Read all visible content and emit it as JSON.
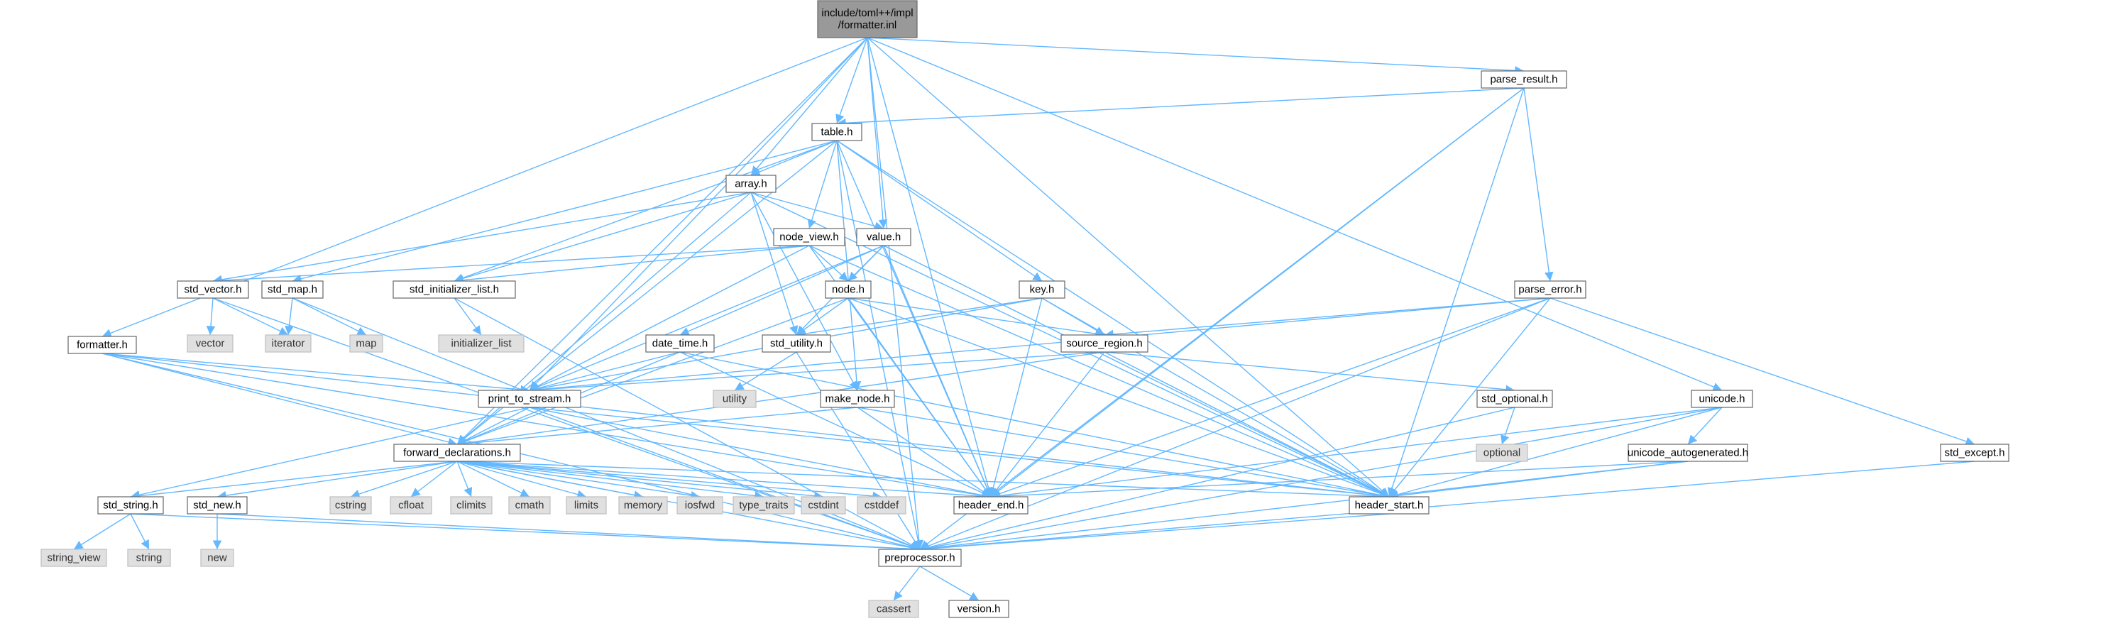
{
  "colors": {
    "edge": "#63b8ff",
    "node_fill": "#ffffff",
    "node_border": "#666666",
    "system_fill": "#e0e0e0",
    "root_fill": "#999999"
  },
  "graph": {
    "root": "formatter_inl",
    "nodes": [
      {
        "id": "formatter_inl",
        "kind": "root",
        "lines": [
          "include/toml++/impl",
          "/formatter.inl"
        ]
      },
      {
        "id": "parse_result_h",
        "kind": "file",
        "lines": [
          "parse_result.h"
        ]
      },
      {
        "id": "table_h",
        "kind": "file",
        "lines": [
          "table.h"
        ]
      },
      {
        "id": "array_h",
        "kind": "file",
        "lines": [
          "array.h"
        ]
      },
      {
        "id": "node_view_h",
        "kind": "file",
        "lines": [
          "node_view.h"
        ]
      },
      {
        "id": "value_h",
        "kind": "file",
        "lines": [
          "value.h"
        ]
      },
      {
        "id": "std_vector_h",
        "kind": "file",
        "lines": [
          "std_vector.h"
        ]
      },
      {
        "id": "std_map_h",
        "kind": "file",
        "lines": [
          "std_map.h"
        ]
      },
      {
        "id": "std_initializer_list_h",
        "kind": "file",
        "lines": [
          "std_initializer_list.h"
        ]
      },
      {
        "id": "node_h",
        "kind": "file",
        "lines": [
          "node.h"
        ]
      },
      {
        "id": "key_h",
        "kind": "file",
        "lines": [
          "key.h"
        ]
      },
      {
        "id": "parse_error_h",
        "kind": "file",
        "lines": [
          "parse_error.h"
        ]
      },
      {
        "id": "formatter_h",
        "kind": "file",
        "lines": [
          "formatter.h"
        ]
      },
      {
        "id": "date_time_h",
        "kind": "file",
        "lines": [
          "date_time.h"
        ]
      },
      {
        "id": "std_utility_h",
        "kind": "file",
        "lines": [
          "std_utility.h"
        ]
      },
      {
        "id": "source_region_h",
        "kind": "file",
        "lines": [
          "source_region.h"
        ]
      },
      {
        "id": "print_to_stream_h",
        "kind": "file",
        "lines": [
          "print_to_stream.h"
        ]
      },
      {
        "id": "make_node_h",
        "kind": "file",
        "lines": [
          "make_node.h"
        ]
      },
      {
        "id": "std_optional_h",
        "kind": "file",
        "lines": [
          "std_optional.h"
        ]
      },
      {
        "id": "unicode_h",
        "kind": "file",
        "lines": [
          "unicode.h"
        ]
      },
      {
        "id": "unicode_autogenerated_h",
        "kind": "file",
        "lines": [
          "unicode_autogenerated.h"
        ]
      },
      {
        "id": "std_except_h",
        "kind": "file",
        "lines": [
          "std_except.h"
        ]
      },
      {
        "id": "forward_declarations_h",
        "kind": "file",
        "lines": [
          "forward_declarations.h"
        ]
      },
      {
        "id": "std_string_h",
        "kind": "file",
        "lines": [
          "std_string.h"
        ]
      },
      {
        "id": "std_new_h",
        "kind": "file",
        "lines": [
          "std_new.h"
        ]
      },
      {
        "id": "header_end_h",
        "kind": "file",
        "lines": [
          "header_end.h"
        ]
      },
      {
        "id": "header_start_h",
        "kind": "file",
        "lines": [
          "header_start.h"
        ]
      },
      {
        "id": "preprocessor_h",
        "kind": "file",
        "lines": [
          "preprocessor.h"
        ]
      },
      {
        "id": "version_h",
        "kind": "file",
        "lines": [
          "version.h"
        ]
      },
      {
        "id": "vector",
        "kind": "system",
        "lines": [
          "vector"
        ]
      },
      {
        "id": "iterator",
        "kind": "system",
        "lines": [
          "iterator"
        ]
      },
      {
        "id": "map",
        "kind": "system",
        "lines": [
          "map"
        ]
      },
      {
        "id": "initializer_list",
        "kind": "system",
        "lines": [
          "initializer_list"
        ]
      },
      {
        "id": "utility",
        "kind": "system",
        "lines": [
          "utility"
        ]
      },
      {
        "id": "optional",
        "kind": "system",
        "lines": [
          "optional"
        ]
      },
      {
        "id": "cstring",
        "kind": "system",
        "lines": [
          "cstring"
        ]
      },
      {
        "id": "cfloat",
        "kind": "system",
        "lines": [
          "cfloat"
        ]
      },
      {
        "id": "climits",
        "kind": "system",
        "lines": [
          "climits"
        ]
      },
      {
        "id": "cmath",
        "kind": "system",
        "lines": [
          "cmath"
        ]
      },
      {
        "id": "limits",
        "kind": "system",
        "lines": [
          "limits"
        ]
      },
      {
        "id": "memory",
        "kind": "system",
        "lines": [
          "memory"
        ]
      },
      {
        "id": "iosfwd",
        "kind": "system",
        "lines": [
          "iosfwd"
        ]
      },
      {
        "id": "type_traits",
        "kind": "system",
        "lines": [
          "type_traits"
        ]
      },
      {
        "id": "cstdint",
        "kind": "system",
        "lines": [
          "cstdint"
        ]
      },
      {
        "id": "cstddef",
        "kind": "system",
        "lines": [
          "cstddef"
        ]
      },
      {
        "id": "string_view",
        "kind": "system",
        "lines": [
          "string_view"
        ]
      },
      {
        "id": "string",
        "kind": "system",
        "lines": [
          "string"
        ]
      },
      {
        "id": "new",
        "kind": "system",
        "lines": [
          "new"
        ]
      },
      {
        "id": "cassert",
        "kind": "system",
        "lines": [
          "cassert"
        ]
      }
    ],
    "edges": [
      [
        "formatter_inl",
        "parse_result_h"
      ],
      [
        "formatter_inl",
        "table_h"
      ],
      [
        "formatter_inl",
        "array_h"
      ],
      [
        "formatter_inl",
        "value_h"
      ],
      [
        "formatter_inl",
        "formatter_h"
      ],
      [
        "formatter_inl",
        "print_to_stream_h"
      ],
      [
        "formatter_inl",
        "unicode_h"
      ],
      [
        "formatter_inl",
        "header_start_h"
      ],
      [
        "formatter_inl",
        "header_end_h"
      ],
      [
        "formatter_inl",
        "preprocessor_h"
      ],
      [
        "formatter_inl",
        "forward_declarations_h"
      ],
      [
        "parse_result_h",
        "table_h"
      ],
      [
        "parse_result_h",
        "parse_error_h"
      ],
      [
        "parse_result_h",
        "header_start_h"
      ],
      [
        "parse_result_h",
        "header_end_h"
      ],
      [
        "parse_result_h",
        "preprocessor_h"
      ],
      [
        "table_h",
        "array_h"
      ],
      [
        "table_h",
        "node_view_h"
      ],
      [
        "table_h",
        "key_h"
      ],
      [
        "table_h",
        "make_node_h"
      ],
      [
        "table_h",
        "std_map_h"
      ],
      [
        "table_h",
        "std_initializer_list_h"
      ],
      [
        "table_h",
        "header_start_h"
      ],
      [
        "table_h",
        "header_end_h"
      ],
      [
        "table_h",
        "forward_declarations_h"
      ],
      [
        "table_h",
        "preprocessor_h"
      ],
      [
        "array_h",
        "value_h"
      ],
      [
        "array_h",
        "std_vector_h"
      ],
      [
        "array_h",
        "std_initializer_list_h"
      ],
      [
        "array_h",
        "std_utility_h"
      ],
      [
        "array_h",
        "make_node_h"
      ],
      [
        "array_h",
        "header_start_h"
      ],
      [
        "array_h",
        "forward_declarations_h"
      ],
      [
        "node_view_h",
        "node_h"
      ],
      [
        "node_view_h",
        "std_vector_h"
      ],
      [
        "node_view_h",
        "std_initializer_list_h"
      ],
      [
        "node_view_h",
        "print_to_stream_h"
      ],
      [
        "node_view_h",
        "header_start_h"
      ],
      [
        "node_view_h",
        "header_end_h"
      ],
      [
        "value_h",
        "node_h"
      ],
      [
        "value_h",
        "date_time_h"
      ],
      [
        "value_h",
        "std_utility_h"
      ],
      [
        "value_h",
        "print_to_stream_h"
      ],
      [
        "value_h",
        "header_start_h"
      ],
      [
        "value_h",
        "header_end_h"
      ],
      [
        "std_vector_h",
        "vector"
      ],
      [
        "std_vector_h",
        "iterator"
      ],
      [
        "std_vector_h",
        "preprocessor_h"
      ],
      [
        "std_map_h",
        "map"
      ],
      [
        "std_map_h",
        "iterator"
      ],
      [
        "std_map_h",
        "preprocessor_h"
      ],
      [
        "std_initializer_list_h",
        "initializer_list"
      ],
      [
        "std_initializer_list_h",
        "preprocessor_h"
      ],
      [
        "node_h",
        "source_region_h"
      ],
      [
        "node_h",
        "std_utility_h"
      ],
      [
        "node_h",
        "forward_declarations_h"
      ],
      [
        "node_h",
        "header_start_h"
      ],
      [
        "node_h",
        "header_end_h"
      ],
      [
        "key_h",
        "source_region_h"
      ],
      [
        "key_h",
        "std_utility_h"
      ],
      [
        "key_h",
        "print_to_stream_h"
      ],
      [
        "key_h",
        "header_start_h"
      ],
      [
        "key_h",
        "header_end_h"
      ],
      [
        "parse_error_h",
        "source_region_h"
      ],
      [
        "parse_error_h",
        "print_to_stream_h"
      ],
      [
        "parse_error_h",
        "std_except_h"
      ],
      [
        "parse_error_h",
        "header_start_h"
      ],
      [
        "parse_error_h",
        "header_end_h"
      ],
      [
        "parse_error_h",
        "preprocessor_h"
      ],
      [
        "formatter_h",
        "print_to_stream_h"
      ],
      [
        "formatter_h",
        "forward_declarations_h"
      ],
      [
        "formatter_h",
        "header_start_h"
      ],
      [
        "formatter_h",
        "header_end_h"
      ],
      [
        "formatter_h",
        "preprocessor_h"
      ],
      [
        "date_time_h",
        "print_to_stream_h"
      ],
      [
        "date_time_h",
        "forward_declarations_h"
      ],
      [
        "date_time_h",
        "header_start_h"
      ],
      [
        "date_time_h",
        "header_end_h"
      ],
      [
        "std_utility_h",
        "utility"
      ],
      [
        "std_utility_h",
        "preprocessor_h"
      ],
      [
        "source_region_h",
        "std_optional_h"
      ],
      [
        "source_region_h",
        "print_to_stream_h"
      ],
      [
        "source_region_h",
        "forward_declarations_h"
      ],
      [
        "source_region_h",
        "header_start_h"
      ],
      [
        "source_region_h",
        "header_end_h"
      ],
      [
        "print_to_stream_h",
        "forward_declarations_h"
      ],
      [
        "print_to_stream_h",
        "std_string_h"
      ],
      [
        "print_to_stream_h",
        "header_start_h"
      ],
      [
        "print_to_stream_h",
        "header_end_h"
      ],
      [
        "print_to_stream_h",
        "preprocessor_h"
      ],
      [
        "make_node_h",
        "forward_declarations_h"
      ],
      [
        "make_node_h",
        "header_start_h"
      ],
      [
        "make_node_h",
        "header_end_h"
      ],
      [
        "std_optional_h",
        "optional"
      ],
      [
        "std_optional_h",
        "preprocessor_h"
      ],
      [
        "unicode_h",
        "unicode_autogenerated_h"
      ],
      [
        "unicode_h",
        "header_start_h"
      ],
      [
        "unicode_h",
        "header_end_h"
      ],
      [
        "unicode_h",
        "preprocessor_h"
      ],
      [
        "unicode_autogenerated_h",
        "header_start_h"
      ],
      [
        "unicode_autogenerated_h",
        "header_end_h"
      ],
      [
        "unicode_autogenerated_h",
        "preprocessor_h"
      ],
      [
        "std_except_h",
        "preprocessor_h"
      ],
      [
        "forward_declarations_h",
        "std_string_h"
      ],
      [
        "forward_declarations_h",
        "std_new_h"
      ],
      [
        "forward_declarations_h",
        "cstring"
      ],
      [
        "forward_declarations_h",
        "cfloat"
      ],
      [
        "forward_declarations_h",
        "climits"
      ],
      [
        "forward_declarations_h",
        "cmath"
      ],
      [
        "forward_declarations_h",
        "limits"
      ],
      [
        "forward_declarations_h",
        "memory"
      ],
      [
        "forward_declarations_h",
        "iosfwd"
      ],
      [
        "forward_declarations_h",
        "type_traits"
      ],
      [
        "forward_declarations_h",
        "cstdint"
      ],
      [
        "forward_declarations_h",
        "cstddef"
      ],
      [
        "forward_declarations_h",
        "header_start_h"
      ],
      [
        "forward_declarations_h",
        "header_end_h"
      ],
      [
        "forward_declarations_h",
        "preprocessor_h"
      ],
      [
        "std_string_h",
        "string_view"
      ],
      [
        "std_string_h",
        "string"
      ],
      [
        "std_string_h",
        "preprocessor_h"
      ],
      [
        "std_new_h",
        "new"
      ],
      [
        "std_new_h",
        "preprocessor_h"
      ],
      [
        "header_start_h",
        "preprocessor_h"
      ],
      [
        "preprocessor_h",
        "cassert"
      ],
      [
        "preprocessor_h",
        "version_h"
      ]
    ]
  }
}
